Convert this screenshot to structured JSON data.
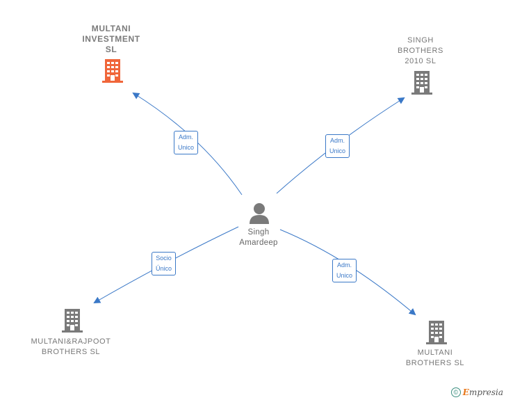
{
  "colors": {
    "edge": "#3a78c7",
    "icon_primary": "#f0663a",
    "icon_default": "#7a7a7a",
    "person": "#7a7a7a"
  },
  "nodes": {
    "multani_investment": {
      "label": "MULTANI\nINVESTMENT\nSL",
      "icon": "building-icon"
    },
    "singh_brothers": {
      "label": "SINGH\nBROTHERS\n2010  SL",
      "icon": "building-icon"
    },
    "person": {
      "label": "Singh\nAmardeep",
      "icon": "person-icon"
    },
    "multani_rajpoot": {
      "label": "MULTANI&RAJPOOT\nBROTHERS  SL",
      "icon": "building-icon"
    },
    "multani_brothers": {
      "label": "MULTANI\nBROTHERS  SL",
      "icon": "building-icon"
    }
  },
  "edges": {
    "to_multani_investment": "Adm.\nUnico",
    "to_singh_brothers": "Adm.\nUnico",
    "to_multani_rajpoot": "Socio\nÚnico",
    "to_multani_brothers": "Adm.\nUnico"
  },
  "footer": {
    "copyright_symbol": "©",
    "brand_initial": "E",
    "brand_rest": "mpresia"
  }
}
